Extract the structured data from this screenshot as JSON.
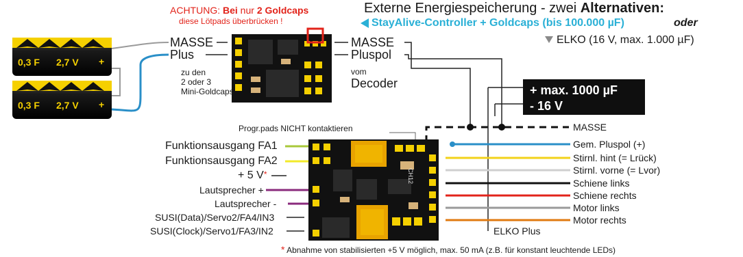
{
  "header": {
    "title_part1": "Externe Energiespeicherung - zwei ",
    "title_bold": "Alternativen:",
    "alt1_label": "StayAlive-Controller + Goldcaps (bis 100.000 µF)",
    "alt1_or": "oder",
    "alt2_label": "ELKO (16 V, max. 1.000 µF)"
  },
  "warning": {
    "prefix": "ACHTUNG: ",
    "bold1": "Bei",
    "mid": " nur ",
    "bold2": "2 Goldcaps",
    "line2": "diese Lötpads überbrücken !"
  },
  "goldcaps": {
    "cap1": {
      "capacity": "0,3 F",
      "voltage": "2,7 V",
      "sign": "+"
    },
    "cap2": {
      "capacity": "0,3 F",
      "voltage": "2,7 V",
      "sign": "+"
    }
  },
  "controller": {
    "left_masse": "MASSE",
    "left_plus": "Plus",
    "note_line1": "zu den",
    "note_line2": "2 oder 3",
    "note_line3": "Mini-Goldcaps",
    "right_masse": "MASSE",
    "right_pluspol": "Pluspol",
    "vom": "vom",
    "decoder": "Decoder"
  },
  "elko_box": {
    "line1": "+ max. 1000 µF",
    "line2": "-  16 V"
  },
  "progr_pads_label": "Progr.pads NICHT kontaktieren",
  "decoder": {
    "left_labels": [
      "Funktionsausgang FA1",
      "Funktionsausgang FA2",
      "+ 5 V",
      "Lautsprecher +",
      "Lautsprecher -",
      "SUSI(Data)/Servo2/FA4/IN3",
      "SUSI(Clock)/Servo1/FA3/IN2"
    ],
    "plus5v_mark": "*",
    "right_labels": [
      "MASSE",
      "Gem. Pluspol (+)",
      "Stirnl. hint (= Lrück)",
      "Stirnl. vorne (= Lvor)",
      "Schiene links",
      "Schiene rechts",
      "Motor links",
      "Motor rechts"
    ],
    "elko_plus": "ELKO Plus",
    "chip_text": "CH12"
  },
  "footnote": {
    "mark": "*",
    "text": "Abnahme von stabilisierten +5 V möglich, max. 50 mA (z.B. für konstant leuchtende LEDs)"
  },
  "colors": {
    "fa1": "#a8c83a",
    "fa2": "#f2ea2a",
    "lautsprecher": "#8a2a7c",
    "plus_wire": "#2a8fc8",
    "stirnl_hint": "#f2d21a",
    "stirnl_vorne": "#e8e8e8",
    "schiene_links": "#111111",
    "schiene_rechts": "#e2231a",
    "motor_links": "#9a9a9a",
    "motor_rechts": "#e07a10",
    "pad_yellow": "#f5d000",
    "board_dark": "#111111",
    "alert_red": "#e2231a",
    "accent_cyan": "#2ab0d6"
  }
}
